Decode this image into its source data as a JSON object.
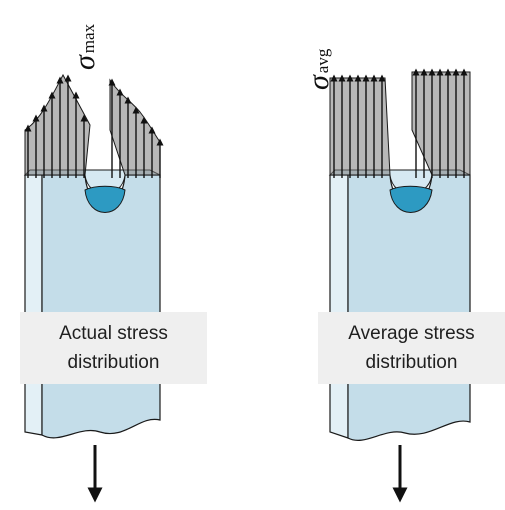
{
  "colors": {
    "bar_face": "#c4dde9",
    "bar_side": "#e3f0f6",
    "notch": "#2d9ac2",
    "arrow_box": "#7e7e7e",
    "outline": "#1a1a1a"
  },
  "left_panel": {
    "symbol": "σ",
    "subscript": "max",
    "caption_line1": "Actual stress",
    "caption_line2": "distribution"
  },
  "right_panel": {
    "symbol": "σ",
    "subscript": "avg",
    "caption_line1": "Average stress",
    "caption_line2": "distribution"
  }
}
